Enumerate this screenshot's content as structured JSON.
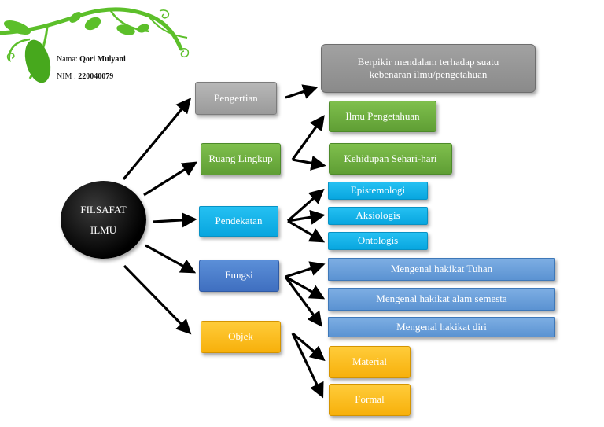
{
  "identity": {
    "name_label": "Nama:",
    "name_value": "Qori Mulyani",
    "nim_label": "NIM  :",
    "nim_value": "220040079"
  },
  "center": {
    "line1": "FILSAFAT",
    "line2": "ILMU"
  },
  "branches": {
    "pengertian": {
      "label": "Pengertian",
      "children": [
        "Berpikir mendalam terhadap suatu kebenaran ilmu/pengetahuan"
      ]
    },
    "ruang_lingkup": {
      "label": "Ruang Lingkup",
      "children": [
        "Ilmu Pengetahuan",
        "Kehidupan Sehari-hari"
      ]
    },
    "pendekatan": {
      "label": "Pendekatan",
      "children": [
        "Epistemologi",
        "Aksiologis",
        "Ontologis"
      ]
    },
    "fungsi": {
      "label": "Fungsi",
      "children": [
        "Mengenal hakikat Tuhan",
        "Mengenal hakikat alam semesta",
        "Mengenal hakikat diri"
      ]
    },
    "objek": {
      "label": "Objek",
      "children": [
        "Material",
        "Formal"
      ]
    }
  },
  "colors": {
    "gray": "#9a9a9a",
    "green": "#5f9e34",
    "cyan": "#08a6df",
    "blue": "#3f6fc0",
    "light_blue": "#5b93d2",
    "yellow": "#f7b00b",
    "leaf": "#5cbf2a"
  }
}
